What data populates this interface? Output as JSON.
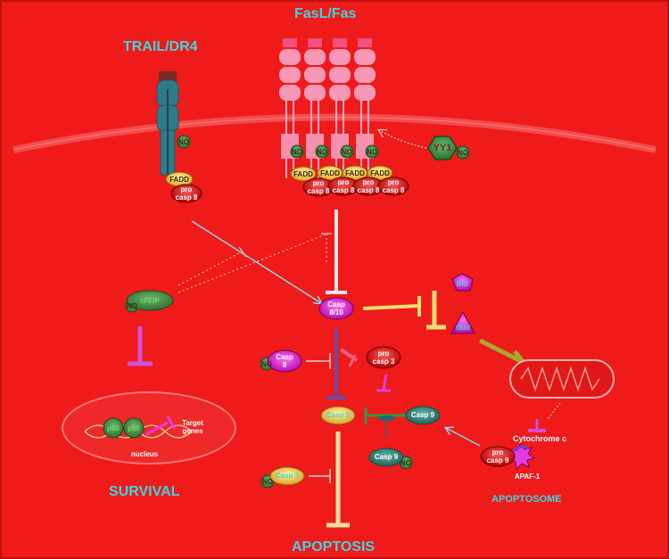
{
  "titles": {
    "fasl_fas": "FasL/Fas",
    "trail_dr4": "TRAIL/DR4",
    "survival": "SURVIVAL",
    "apoptosis": "APOPTOSIS",
    "apoptosome": "APOPTOSOME"
  },
  "molecules": {
    "no": "NO",
    "yy1": "YY1",
    "fadd": "FADD",
    "pro": "pro",
    "casp8_lower": "casp 8",
    "cflip": "cFLIP",
    "casp8_10_a": "Casp",
    "casp8_10_b": "8/10",
    "bid": "Bid",
    "tbid": "tBid",
    "casp8_a": "Casp",
    "casp8_b": "8",
    "pro_casp3_a": "pro",
    "pro_casp3_b": "casp 3",
    "casp3": "Casp 3",
    "casp9": "Casp 9",
    "casp9_no": "Casp 9",
    "casp3_no": "Casp 3",
    "p65": "p65",
    "p50": "p50",
    "target_genes_a": "Target",
    "target_genes_b": "genes",
    "nucleus": "nucleus",
    "cytochrome_c": "Cytochrome c",
    "pro_casp9_a": "pro",
    "pro_casp9_b": "casp 9",
    "apaf1": "APAF-1"
  },
  "colors": {
    "background": "#ef1a1a",
    "title": "#3dd6e0",
    "membrane": "#f06060",
    "inhibit_white": "#ffe9e9",
    "inhibit_yellow": "#e8e070",
    "casp_magenta": "#e81ee0",
    "no_green": "#1f8a3a",
    "receptor_teal": "#2a7f82",
    "receptor_pink": "#f7a6c8"
  }
}
